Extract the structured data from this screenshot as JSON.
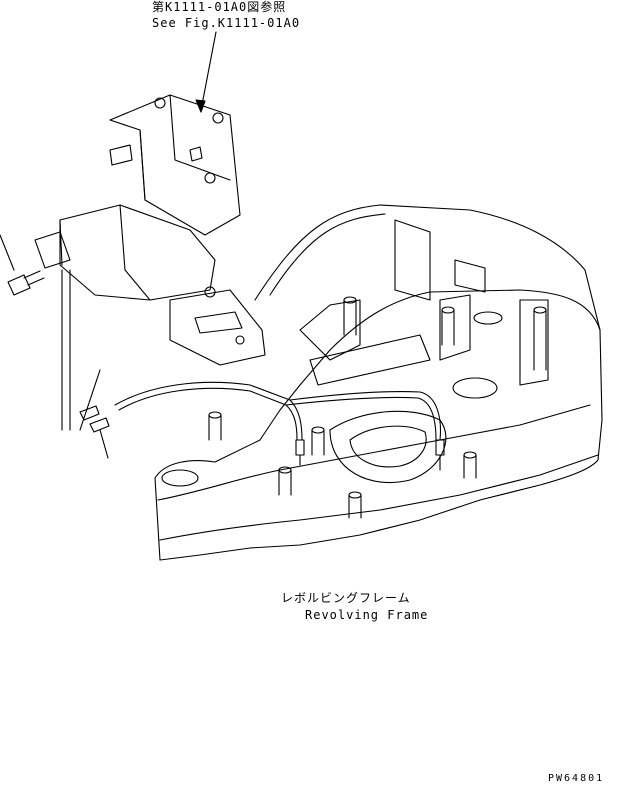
{
  "reference": {
    "japanese": "第K1111-01A0図参照",
    "english": "See Fig.K1111-01A0"
  },
  "frame_label": {
    "japanese": "レボルビングフレーム",
    "english": "Revolving Frame"
  },
  "drawing_code": "PW64801",
  "line_color": "#000000",
  "background_color": "#ffffff"
}
